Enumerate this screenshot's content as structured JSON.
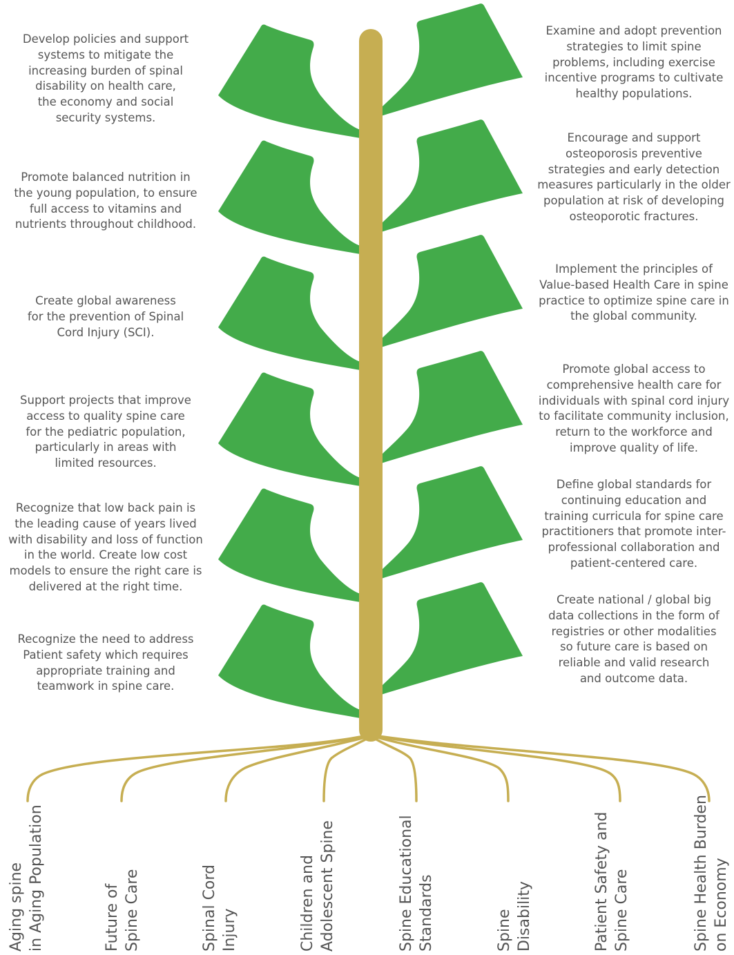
{
  "colors": {
    "leaf": "#43ab4a",
    "trunk": "#c6ae52",
    "text": "#555555"
  },
  "left_goals": [
    "Develop policies and support\nsystems to mitigate the\nincreasing burden of spinal\ndisability on health care,\nthe economy and social\nsecurity systems.",
    "Promote balanced nutrition in\nthe young population, to ensure\nfull access to vitamins and\nnutrients throughout childhood.",
    "Create global awareness\nfor the prevention of Spinal\nCord Injury (SCI).",
    "Support projects that improve\naccess to quality spine care\nfor the pediatric population,\nparticularly in areas with\nlimited resources.",
    "Recognize that low back pain is\nthe leading cause of years lived\nwith disability and loss of function\nin the world. Create low cost\nmodels to ensure the right care is\ndelivered at the right time.",
    "Recognize the need to address\nPatient safety which requires\nappropriate training and\nteamwork in spine care."
  ],
  "right_goals": [
    "Examine and adopt prevention\nstrategies to limit spine\nproblems, including exercise\nincentive programs to cultivate\nhealthy populations.",
    "Encourage and support\nosteoporosis preventive\nstrategies and early detection\nmeasures particularly in the older\npopulation at risk of developing\nosteoporotic fractures.",
    "Implement the principles of\nValue-based Health Care in spine\npractice to optimize spine care in\nthe global community.",
    "Promote global access to\ncomprehensive health care for\nindividuals with spinal cord injury\nto facilitate community inclusion,\nreturn to the workforce and\nimprove quality of life.",
    "Define global standards for\ncontinuing education and\ntraining curricula for spine care\npractitioners that promote inter-\nprofessional collaboration and\npatient-centered care.",
    "Create national / global big\ndata collections in the form of\nregistries or other modalities\nso future care is based on\nreliable and valid research\nand outcome data."
  ],
  "roots": [
    "Aging spine\nin Aging Population",
    "Future of\nSpine Care",
    "Spinal Cord\nInjury",
    "Children and\nAdolescent Spine",
    "Spine Educational\nStandards",
    "Spine\nDisability",
    "Patient Safety and\nSpine Care",
    "Spine Health Burden\non Economy"
  ]
}
